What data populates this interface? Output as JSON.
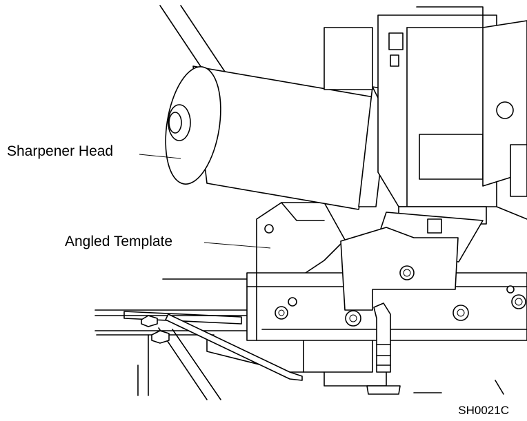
{
  "callouts": {
    "sharpener_head": "Sharpener Head",
    "angled_template": "Angled Template"
  },
  "figure_code": "SH0021C",
  "colors": {
    "line": "#000000",
    "background": "#ffffff"
  }
}
